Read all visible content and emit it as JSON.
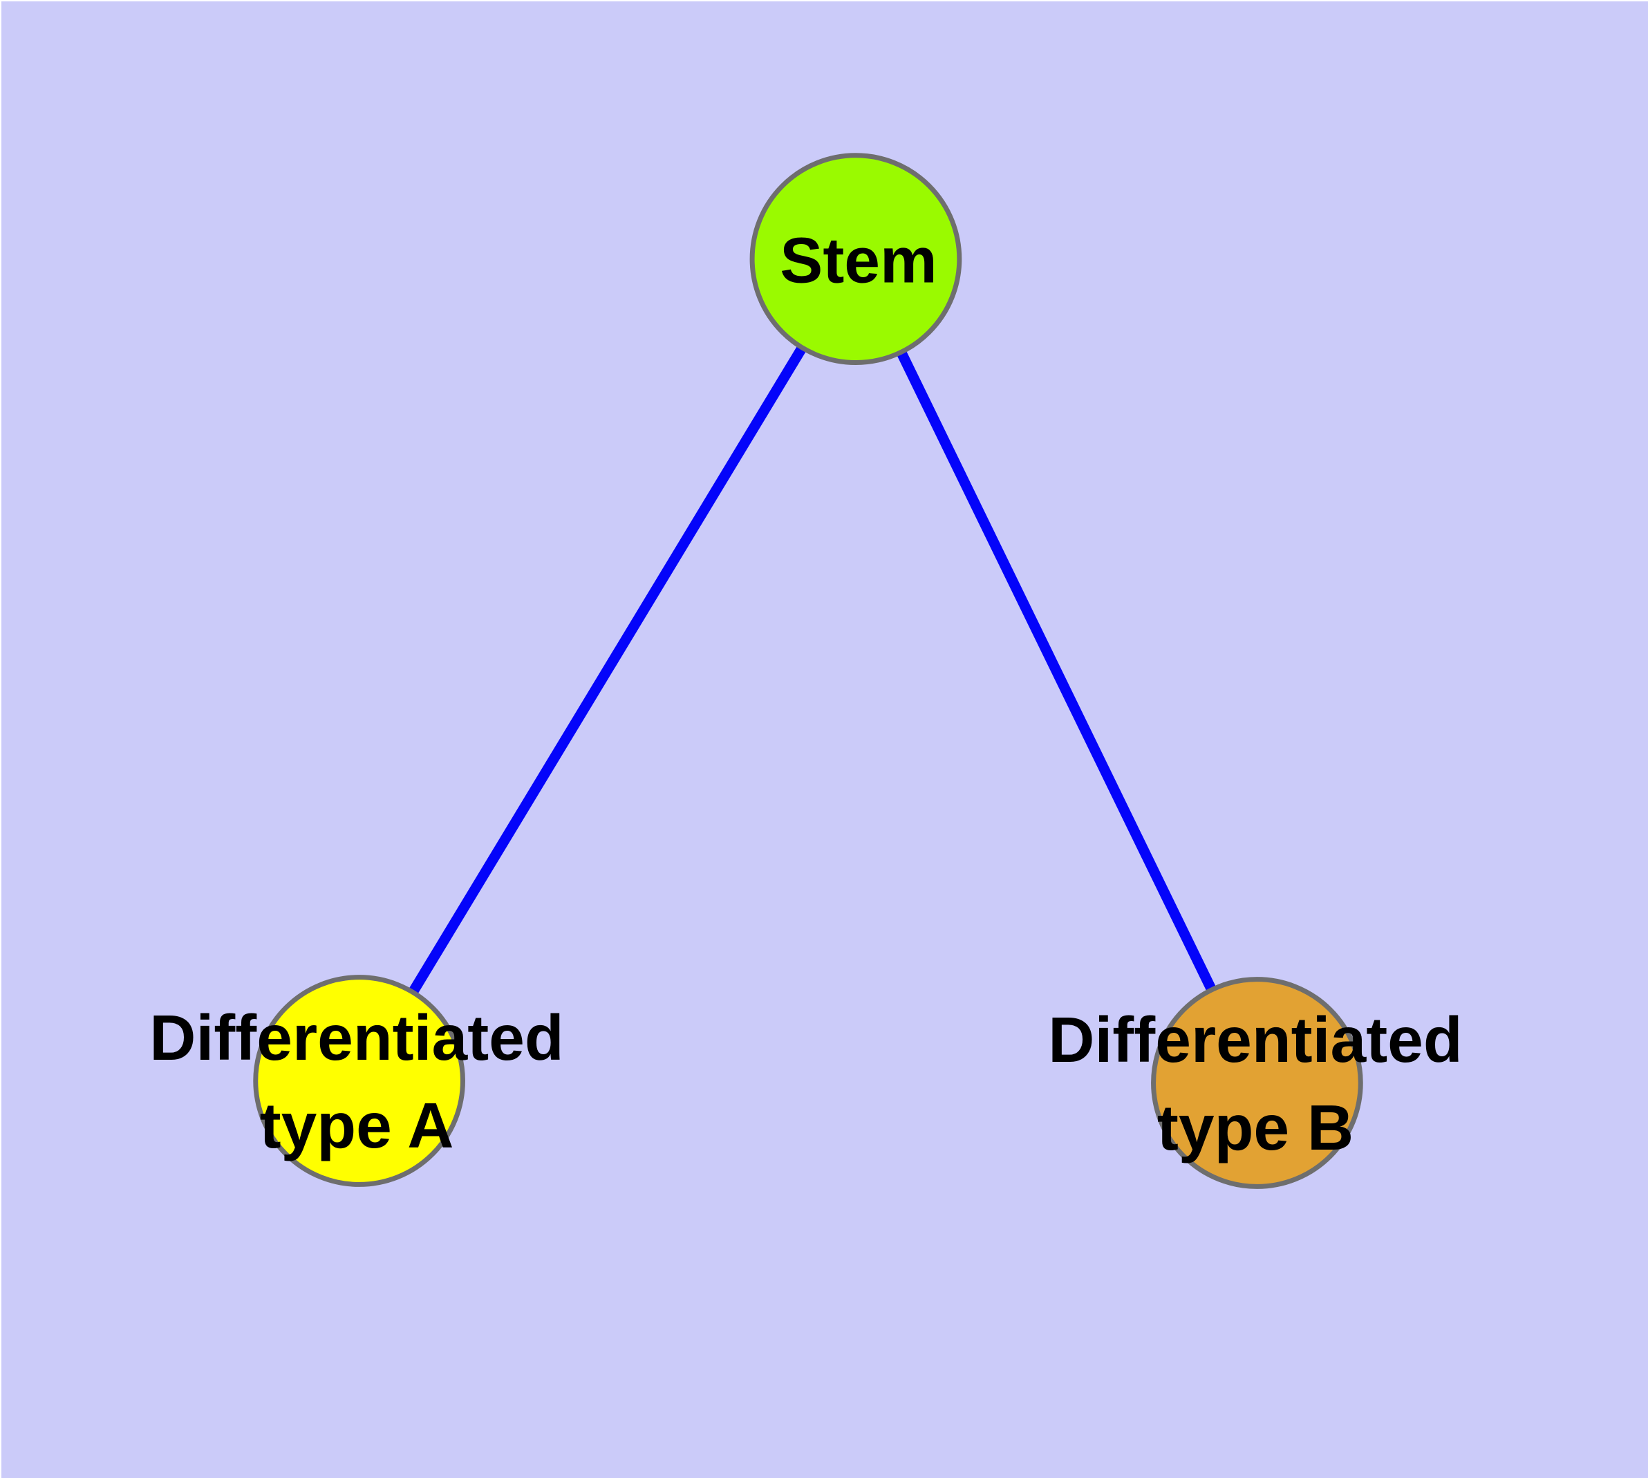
{
  "canvas": {
    "background_color": "#CBCBF9",
    "edge_color": "#0404FA",
    "node_border_color": "#6E6E6E",
    "label_color": "#000000"
  },
  "nodes": [
    {
      "id": "stem",
      "label": "Stem",
      "fill": "#9AFA00"
    },
    {
      "id": "differentiated-type-a",
      "label": "Differentiated\ntype A",
      "fill": "#FFFF00"
    },
    {
      "id": "differentiated-type-b",
      "label": "Differentiated\ntype B",
      "fill": "#E2A233"
    }
  ],
  "edges": [
    {
      "from": "stem",
      "to": "differentiated-type-a"
    },
    {
      "from": "stem",
      "to": "differentiated-type-b"
    }
  ]
}
